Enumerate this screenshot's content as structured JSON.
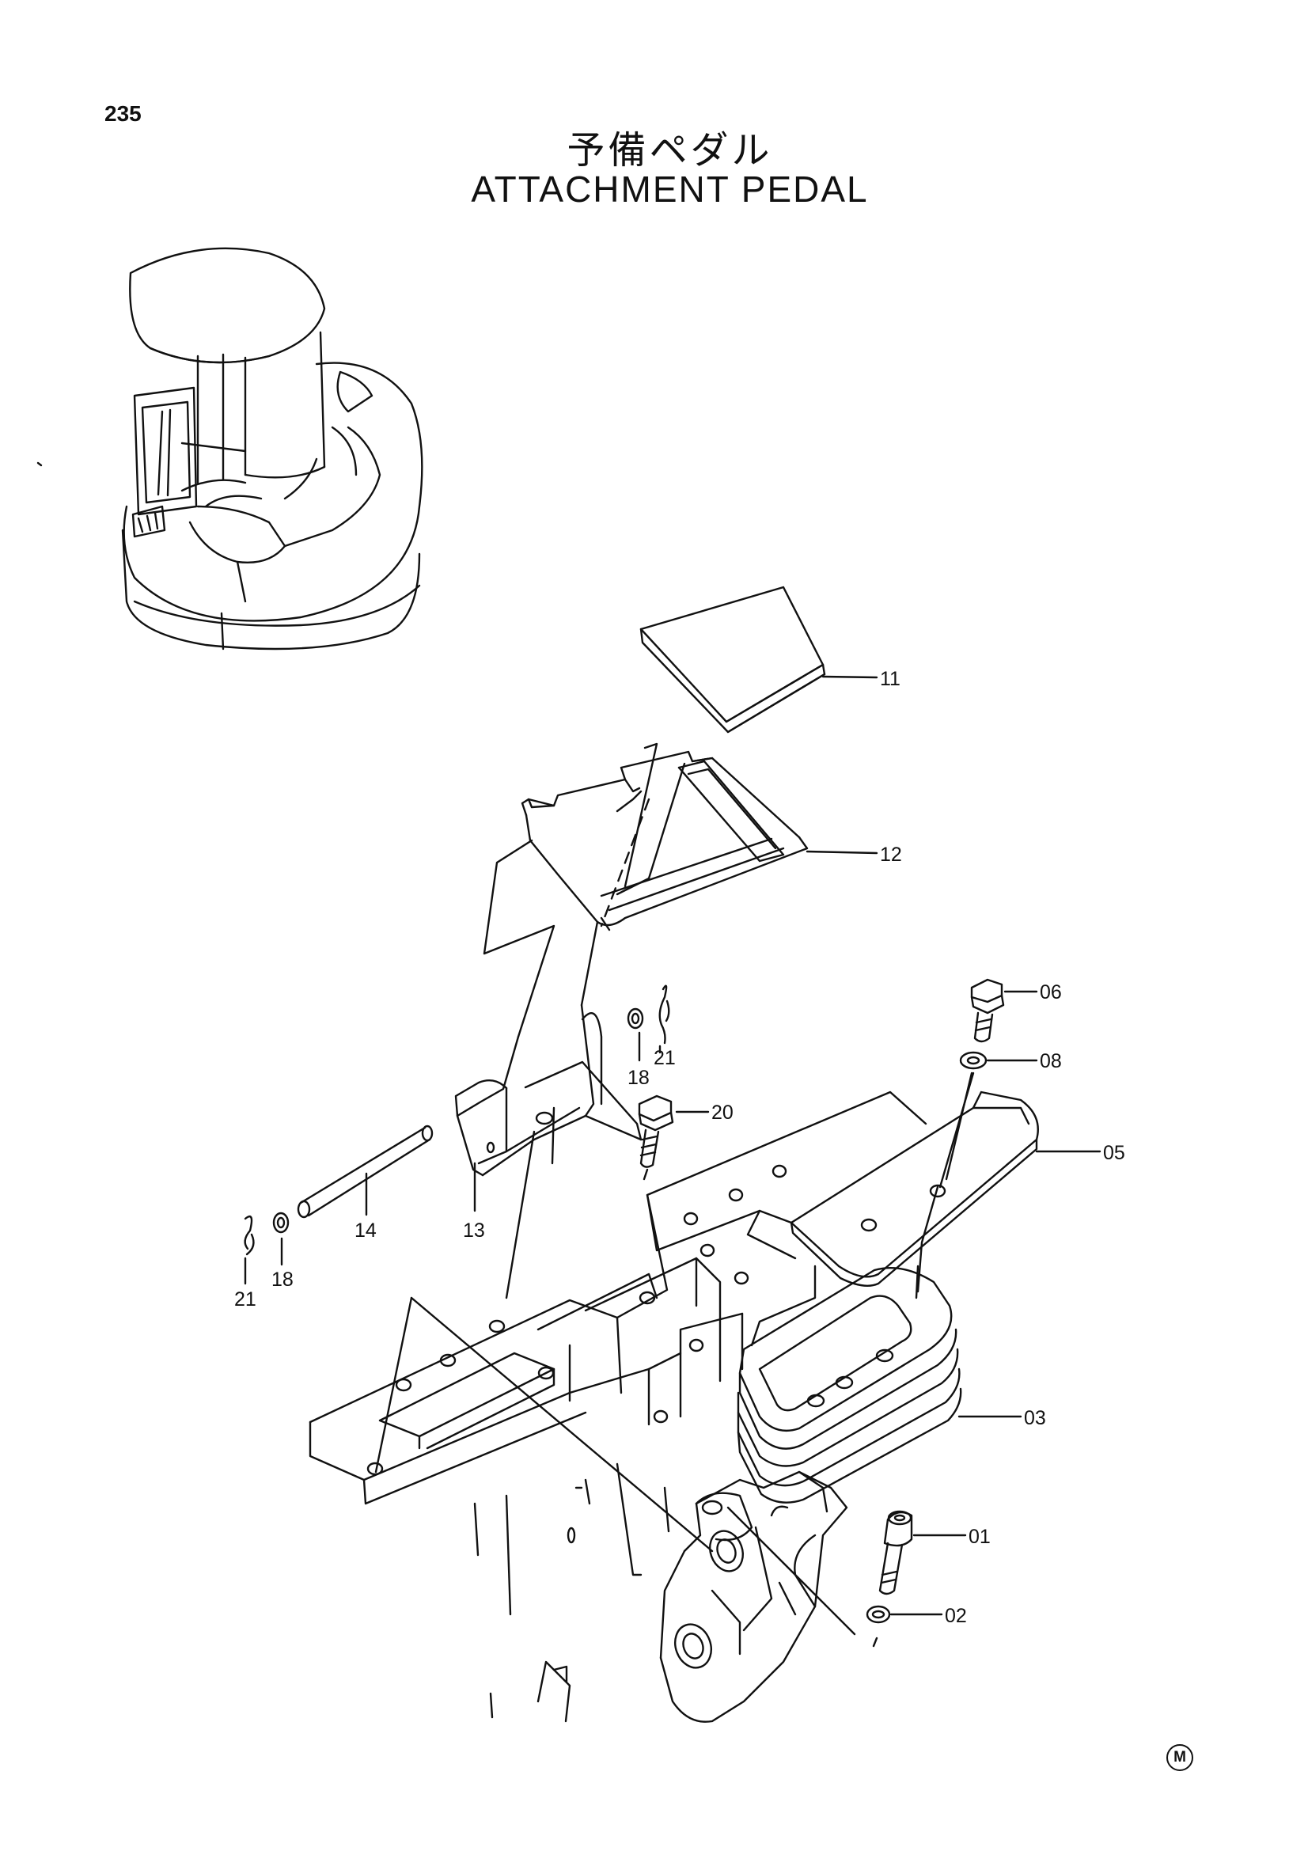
{
  "page_number": "235",
  "title_jp": "予備ペダル",
  "title_en": "ATTACHMENT PEDAL",
  "mark": "M",
  "callouts": {
    "c11": "11",
    "c12": "12",
    "c06": "06",
    "c08": "08",
    "c05": "05",
    "c20": "20",
    "c18a": "18",
    "c21a": "21",
    "c14": "14",
    "c13": "13",
    "c21b": "21",
    "c18b": "18",
    "c03": "03",
    "c01": "01",
    "c02": "02"
  }
}
